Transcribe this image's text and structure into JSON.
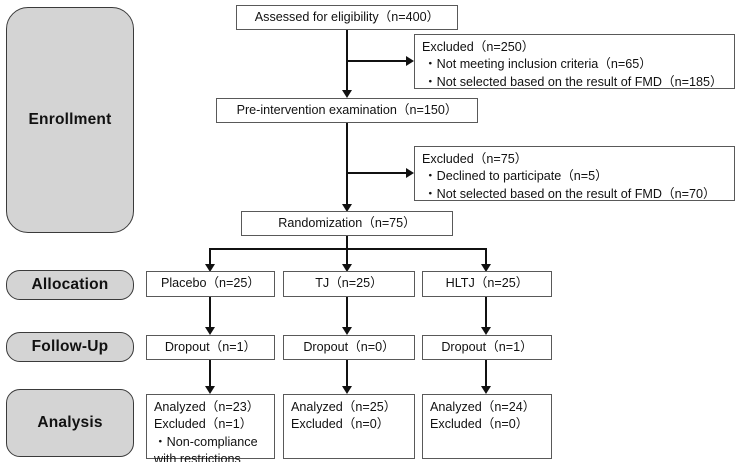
{
  "diagram": {
    "type": "consort-flow-diagram",
    "phases": [
      {
        "id": "enrollment",
        "label": "Enrollment"
      },
      {
        "id": "allocation",
        "label": "Allocation"
      },
      {
        "id": "follow-up",
        "label": "Follow-Up"
      },
      {
        "id": "analysis",
        "label": "Analysis"
      }
    ],
    "nodes": {
      "assessed": {
        "label": "Assessed for eligibility（n=400）"
      },
      "excluded1": {
        "title": "Excluded（n=250）",
        "items": [
          "・Not meeting inclusion criteria（n=65）",
          "・Not selected based on the result of FMD（n=185）"
        ]
      },
      "pre_intervention": {
        "label": "Pre-intervention examination（n=150）"
      },
      "excluded2": {
        "title": "Excluded（n=75）",
        "items": [
          "・Declined to participate（n=5）",
          "・Not selected based on the result of FMD（n=70）"
        ]
      },
      "randomization": {
        "label": "Randomization（n=75）"
      }
    },
    "arms": [
      {
        "id": "placebo",
        "allocation": "Placebo（n=25）",
        "followup": "Dropout（n=1）",
        "analysis": [
          "Analyzed（n=23）",
          "Excluded（n=1）",
          "・Non-compliance",
          "with restrictions"
        ]
      },
      {
        "id": "tj",
        "allocation": "TJ（n=25）",
        "followup": "Dropout（n=0）",
        "analysis": [
          "Analyzed（n=25）",
          "Excluded（n=0）"
        ]
      },
      {
        "id": "hltj",
        "allocation": "HLTJ（n=25）",
        "followup": "Dropout（n=1）",
        "analysis": [
          "Analyzed（n=24）",
          "Excluded（n=0）"
        ]
      }
    ],
    "colors": {
      "phase_fill": "#d4d4d4",
      "phase_border": "#3a3a3a",
      "box_border": "#595959",
      "connector": "#111111",
      "text": "#111111",
      "background": "#ffffff"
    }
  }
}
